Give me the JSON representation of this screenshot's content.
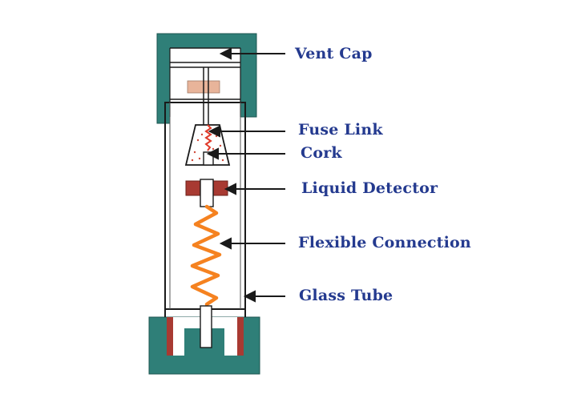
{
  "labels": {
    "vent_cap": "Vent Cap",
    "fuse_link": "Fuse Link",
    "cork": "Cork",
    "liquid_detector": "Liquid Detector",
    "flexible_connection": "Flexible Connection",
    "glass_tube": "Glass Tube"
  },
  "colors": {
    "cap": "#2f7f78",
    "label_text": "#243a8f",
    "spring": "#f58220",
    "detector": "#a83a32",
    "fuse_link": "#e03a2a",
    "outline": "#1a1a1a",
    "block": "#e8b49a"
  }
}
